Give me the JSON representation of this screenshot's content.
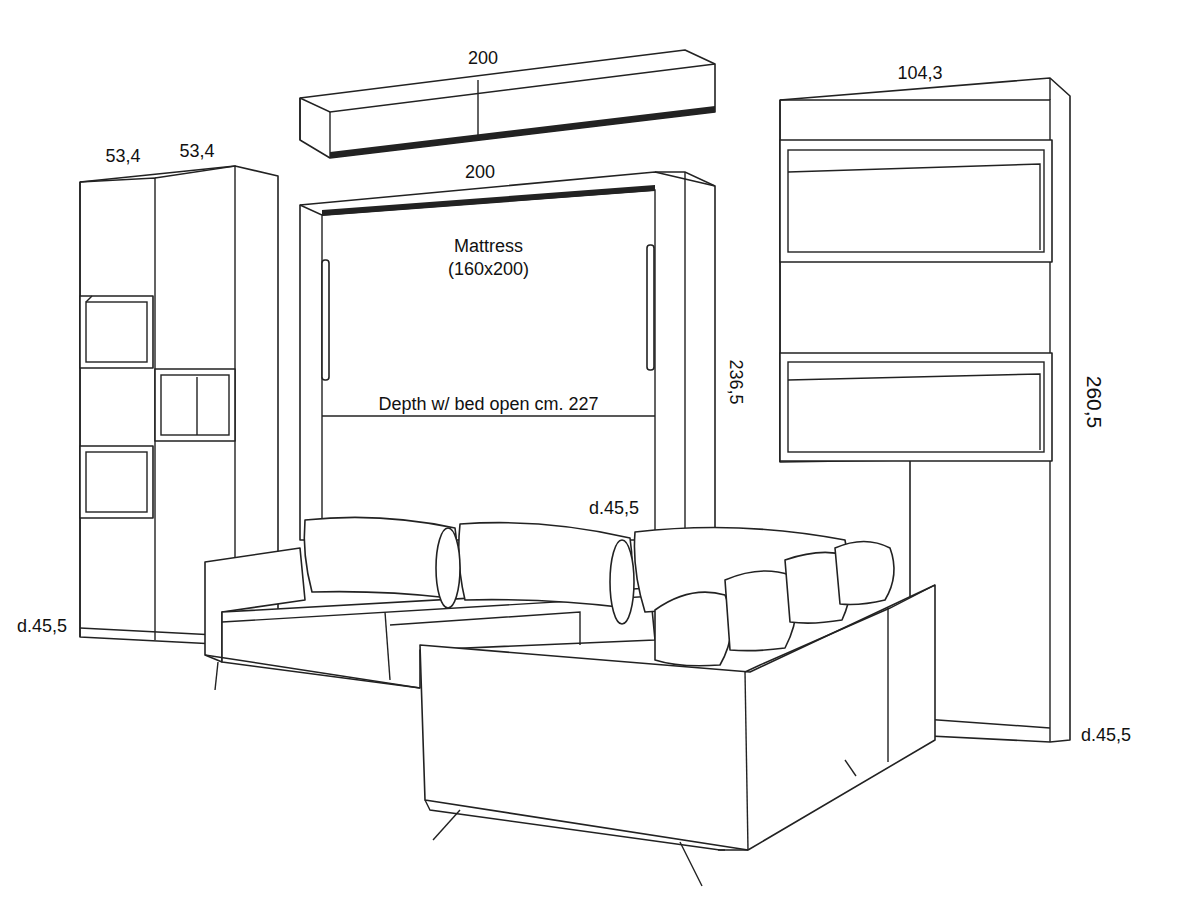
{
  "diagram": {
    "nodes": [
      {
        "text": [
          "Mattress (160x200)",
          "Depth w/ bed open cm. 227"
        ]
      }
    ],
    "labels": [
      "200",
      "53,4",
      "53,4",
      "200",
      "104,3",
      "236,5",
      "d.45,5",
      "260,5",
      "d.45,5",
      "d.45,5"
    ]
  }
}
